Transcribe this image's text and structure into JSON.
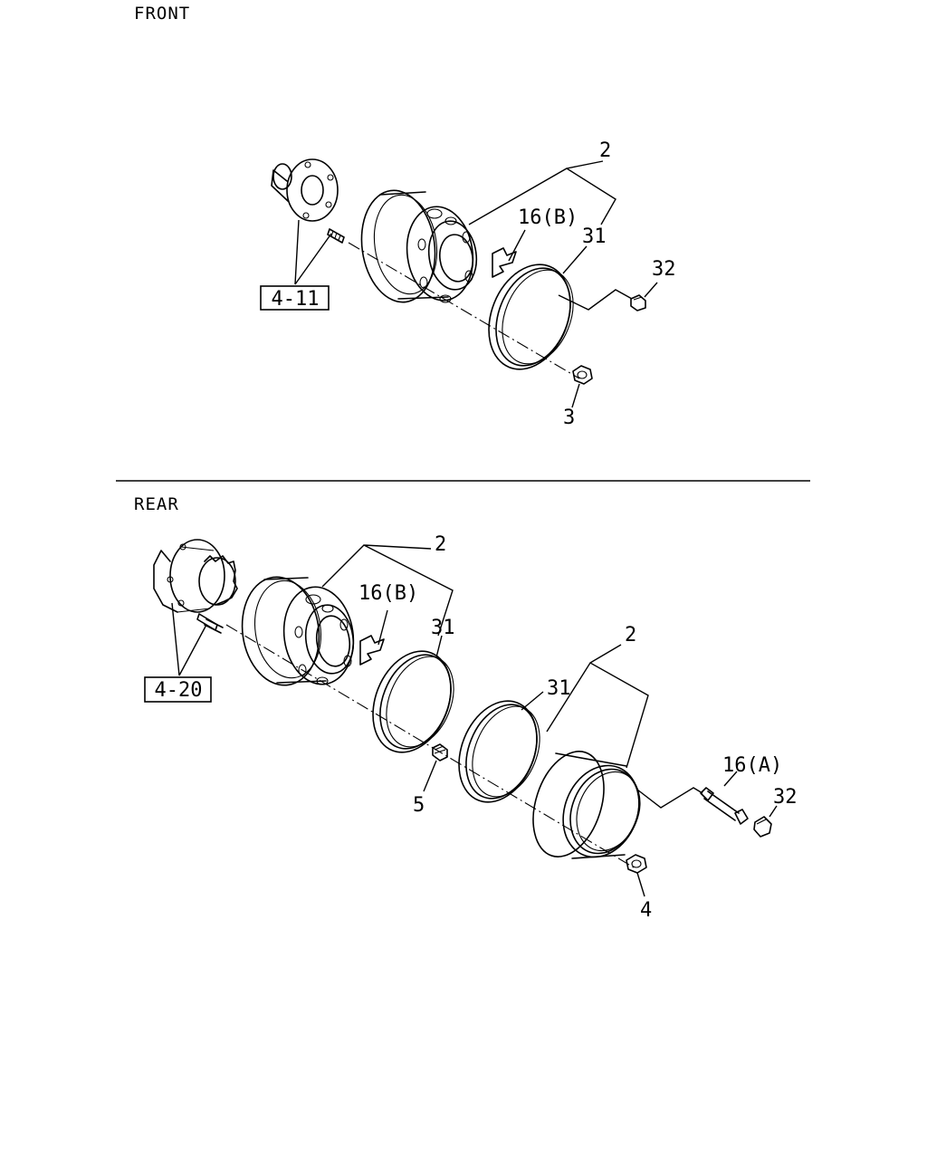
{
  "sections": {
    "front": {
      "title": "FRONT"
    },
    "rear": {
      "title": "REAR"
    }
  },
  "front": {
    "ref_hub": "4-11",
    "callout_wheel": "2",
    "callout_clip": "16(B)",
    "callout_ring": "31",
    "callout_cap": "32",
    "callout_nut": "3"
  },
  "rear": {
    "ref_hub": "4-20",
    "callout_inner_wheel": "2",
    "callout_clip": "16(B)",
    "callout_inner_ring": "31",
    "callout_outer_wheel": "2",
    "callout_outer_ring": "31",
    "callout_bolt": "16(A)",
    "callout_cap": "32",
    "callout_stud": "5",
    "callout_nut": "4"
  }
}
